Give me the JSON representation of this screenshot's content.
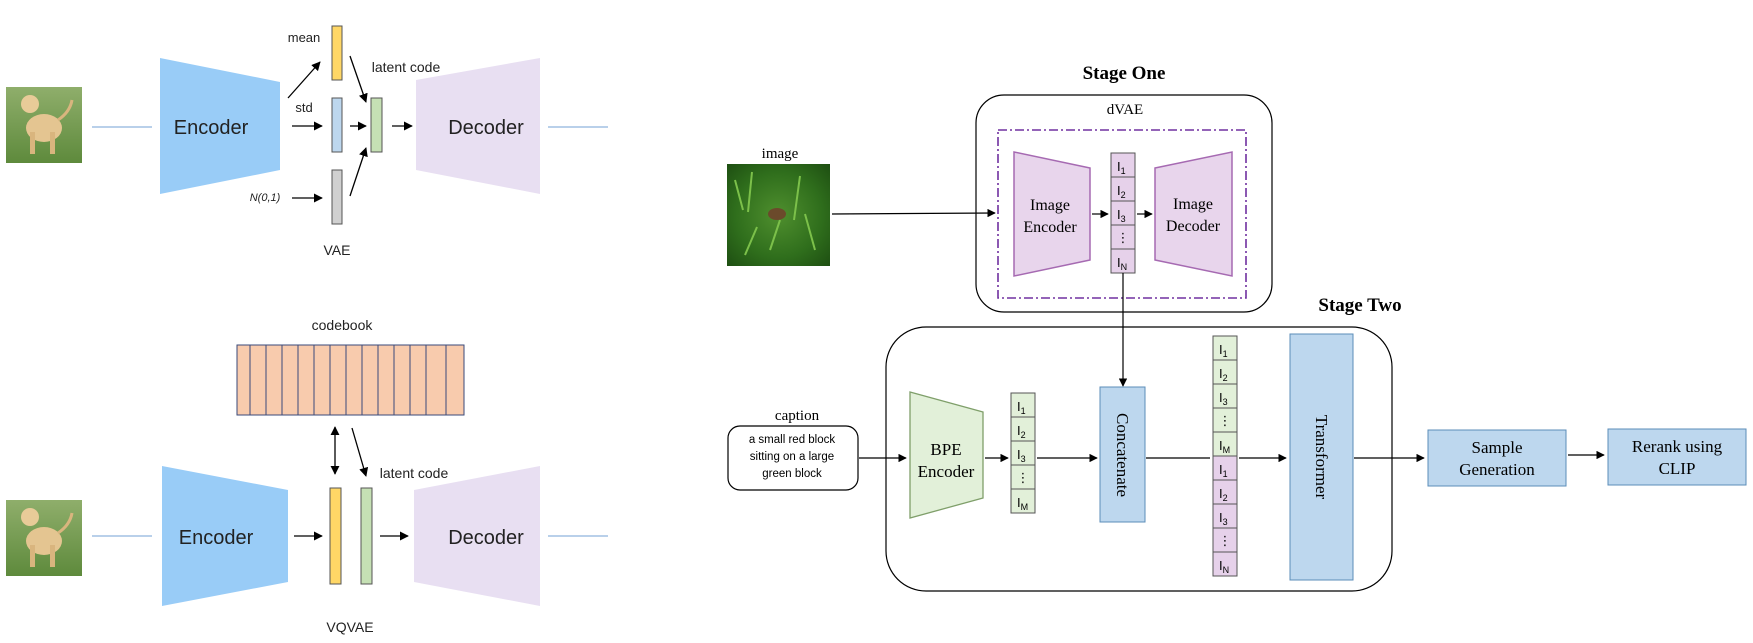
{
  "vae": {
    "encoder_label": "Encoder",
    "decoder_label": "Decoder",
    "mean_label": "mean",
    "std_label": "std",
    "noise_label": "N(0,1)",
    "latent_label": "latent code",
    "caption": "VAE"
  },
  "vqvae": {
    "codebook_label": "codebook",
    "encoder_label": "Encoder",
    "decoder_label": "Decoder",
    "latent_label": "latent code",
    "caption": "VQVAE"
  },
  "stage_one": {
    "title": "Stage One",
    "dvae_label": "dVAE",
    "image_label": "image",
    "image_encoder_line1": "Image",
    "image_encoder_line2": "Encoder",
    "image_decoder_line1": "Image",
    "image_decoder_line2": "Decoder",
    "tokens": [
      "I",
      "I",
      "I",
      "⋮",
      "I"
    ],
    "token_subs": [
      "1",
      "2",
      "3",
      "",
      "N"
    ]
  },
  "stage_two": {
    "title": "Stage Two",
    "caption_label": "caption",
    "caption_text_line1": "a small red block",
    "caption_text_line2": "sitting on a large",
    "caption_text_line3": "green block",
    "bpe_line1": "BPE",
    "bpe_line2": "Encoder",
    "text_tokens": [
      "I",
      "I",
      "I",
      "⋮",
      "I"
    ],
    "text_token_subs": [
      "1",
      "2",
      "3",
      "",
      "M"
    ],
    "concat_label": "Concatenate",
    "combined_text_tokens": [
      "I",
      "I",
      "I",
      "⋮",
      "I"
    ],
    "combined_text_subs": [
      "1",
      "2",
      "3",
      "",
      "M"
    ],
    "combined_image_tokens": [
      "I",
      "I",
      "I",
      "⋮",
      "I"
    ],
    "combined_image_subs": [
      "1",
      "2",
      "3",
      "",
      "N"
    ],
    "transformer_label": "Transformer",
    "sample_line1": "Sample",
    "sample_line2": "Generation",
    "rerank_line1": "Rerank using",
    "rerank_line2": "CLIP"
  },
  "colors": {
    "blue_encoder": "#99CCF7",
    "lavender_decoder": "#E8DFF2",
    "yellow": "#FFD766",
    "light_blue": "#BDD7EE",
    "green": "#C5E0B4",
    "gray": "#D0D0D0",
    "salmon": "#F8CBAD",
    "pink_token": "#E6D1EA",
    "green_token": "#E2F0D9",
    "blue_box": "#BDD7EE",
    "purple_border": "#A66AB2",
    "dash_purple": "#7030A0"
  }
}
